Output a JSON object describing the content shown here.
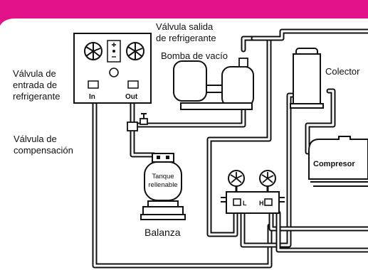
{
  "accent_color": "#e3128a",
  "labels": {
    "valvula_salida": "Válvula salida\nde refrigerante",
    "bomba_vacio": "Bomba de vacío",
    "valvula_entrada": "Válvula de\nentrada de\nrefrigerante",
    "valvula_compensacion": "Válvula de\ncompensación",
    "tanque": "Tanque\nrellenable",
    "balanza": "Balanza",
    "colector": "Colector",
    "compresor": "Compresor",
    "in": "In",
    "out": "Out",
    "gauge_low": "L",
    "gauge_high": "H"
  }
}
